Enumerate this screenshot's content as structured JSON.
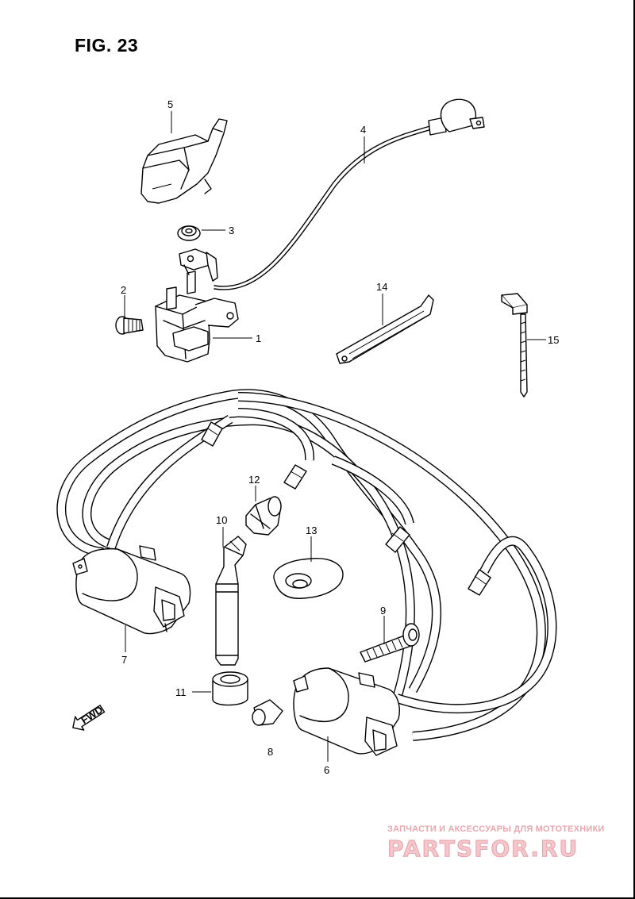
{
  "figure": {
    "title": "FIG. 23"
  },
  "callouts": [
    {
      "id": "1",
      "label": "1"
    },
    {
      "id": "2",
      "label": "2"
    },
    {
      "id": "3",
      "label": "3"
    },
    {
      "id": "4",
      "label": "4"
    },
    {
      "id": "5",
      "label": "5"
    },
    {
      "id": "6",
      "label": "6"
    },
    {
      "id": "7",
      "label": "7"
    },
    {
      "id": "8",
      "label": "8"
    },
    {
      "id": "9",
      "label": "9"
    },
    {
      "id": "10",
      "label": "10"
    },
    {
      "id": "11",
      "label": "11"
    },
    {
      "id": "12",
      "label": "12"
    },
    {
      "id": "13",
      "label": "13"
    },
    {
      "id": "14",
      "label": "14"
    },
    {
      "id": "15",
      "label": "15"
    }
  ],
  "fwd_marker": {
    "text": "FWD",
    "icon": "fwd-arrow-icon"
  },
  "watermark": {
    "tagline": "ЗАПЧАСТИ И АКСЕССУАРЫ ДЛЯ МОТОТЕХНИКИ",
    "logo": "PARTSFOR.RU",
    "color": "#e9a7ad"
  }
}
